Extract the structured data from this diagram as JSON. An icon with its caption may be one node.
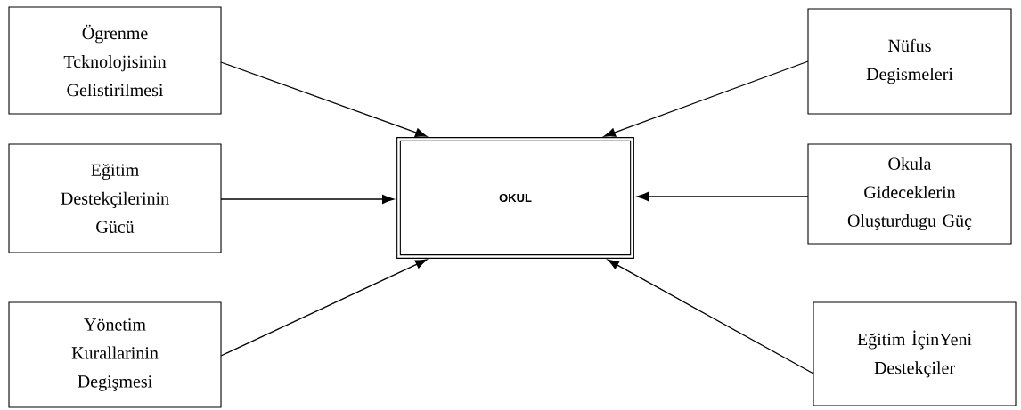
{
  "diagram": {
    "nodes": [
      {
        "text": [
          "Ögrenme Tcknolojisinin Gelistirilmesi"
        ]
      },
      {
        "text": [
          "Nüfus Degismeleri"
        ]
      },
      {
        "text": [
          "Eğitim Destekçilerinin Gücü"
        ]
      },
      {
        "text": [
          "OKUL"
        ]
      },
      {
        "text": [
          "Okula Gideceklerin Oluşturdugu Güç"
        ]
      },
      {
        "text": [
          "Yönetim Kurallarinin Degişmesi"
        ]
      },
      {
        "text": [
          "Eğitim İçinYeni Destekçiler"
        ]
      }
    ],
    "edges": [
      {
        "from": 0,
        "to": 3,
        "arrow": "to"
      },
      {
        "from": 1,
        "to": 3,
        "arrow": "to"
      },
      {
        "from": 2,
        "to": 3,
        "arrow": "to"
      },
      {
        "from": 4,
        "to": 3,
        "arrow": "to"
      },
      {
        "from": 5,
        "to": 3,
        "arrow": "to"
      },
      {
        "from": 6,
        "to": 3,
        "arrow": "to"
      }
    ]
  }
}
